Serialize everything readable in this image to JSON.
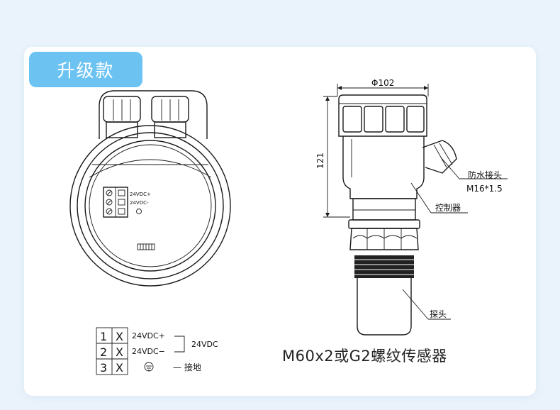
{
  "badge": {
    "label": "升级款"
  },
  "terminal_board": {
    "labels": [
      "24VDC+",
      "24VDC-"
    ]
  },
  "wiring_table": {
    "rows": [
      {
        "num": "1",
        "mark": "X",
        "label": "24VDC+"
      },
      {
        "num": "2",
        "mark": "X",
        "label": "24VDC−"
      },
      {
        "num": "3",
        "mark": "X",
        "label": ""
      }
    ],
    "bracket_label": "24VDC",
    "ground_label": "— 接地"
  },
  "side_view": {
    "width_dim": "Φ102",
    "height_dim": "121",
    "callouts": {
      "waterproof": "防水接头",
      "thread": "M16*1.5",
      "controller": "控制器",
      "probe": "探头"
    }
  },
  "product_title": "M60x2或G2螺纹传感器",
  "colors": {
    "accent": "#6cc3f2",
    "background": "#eaf3fb",
    "card": "#ffffff"
  }
}
